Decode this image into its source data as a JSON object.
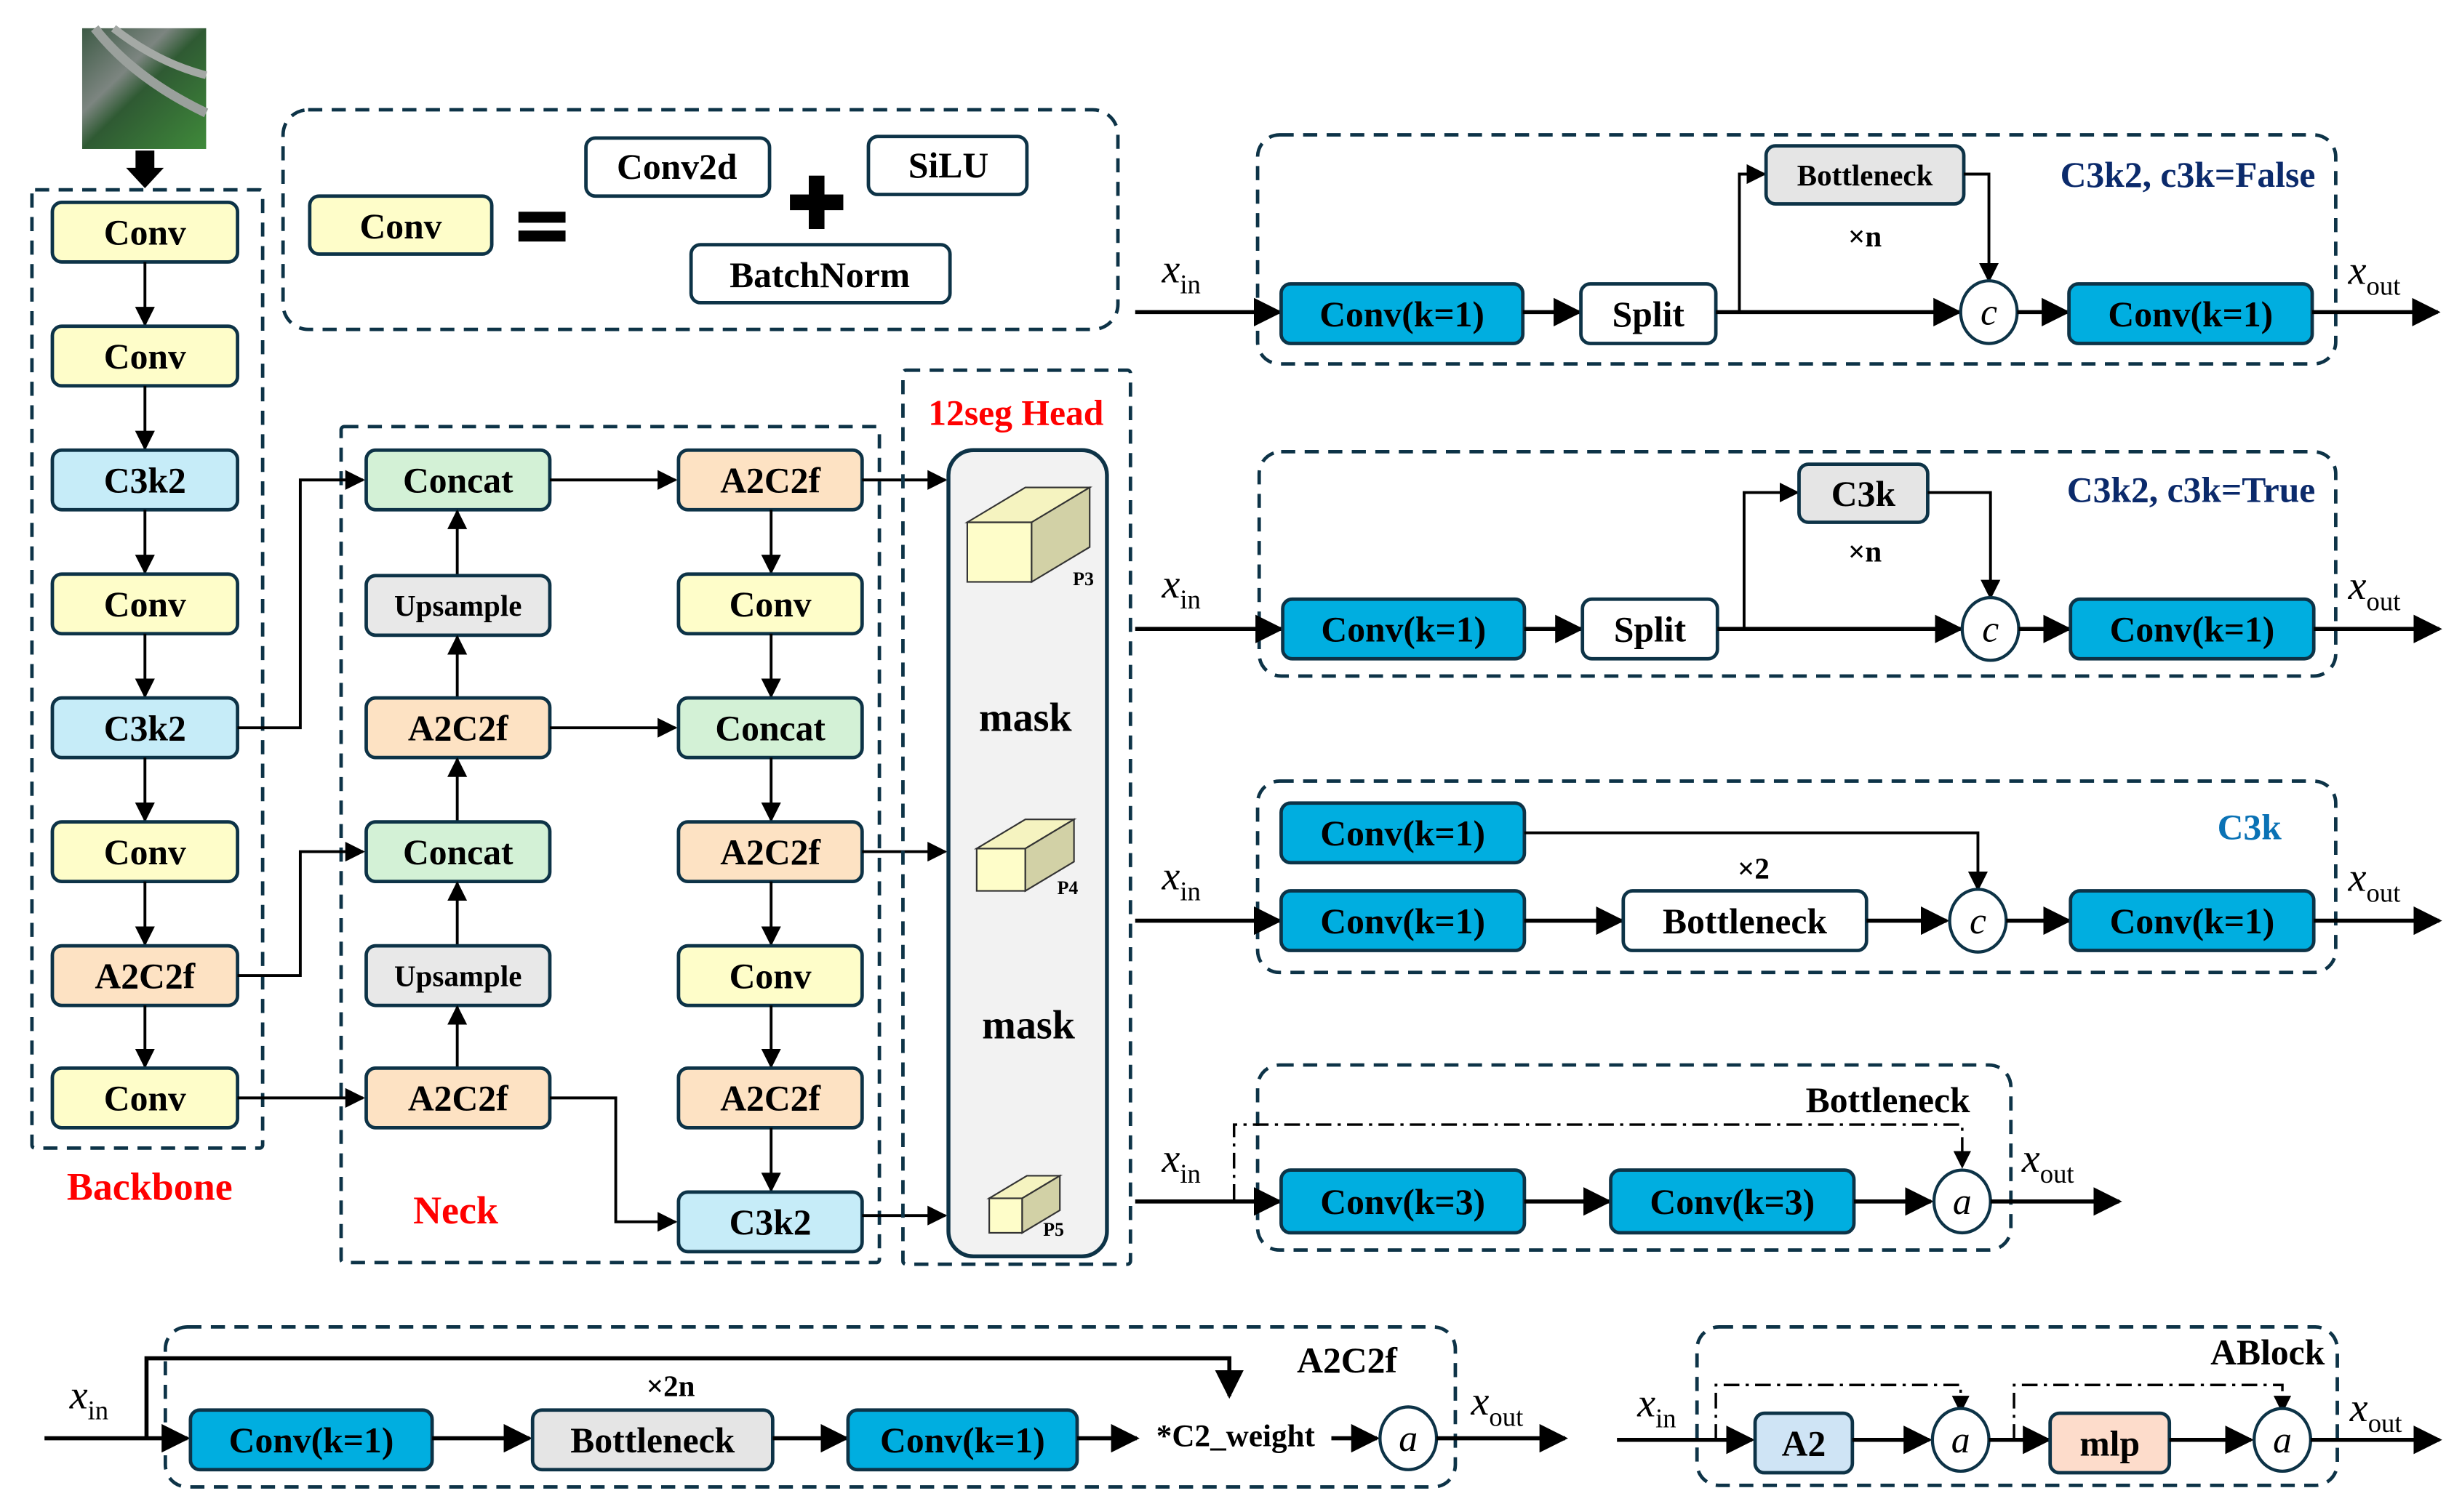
{
  "colors": {
    "conv": "#fefdc9",
    "c3k2": "#c6ecf8",
    "a2c2f": "#fde2c3",
    "concat": "#d3f1d6",
    "upsample": "#e8e8e8",
    "blue_conv": "#00aee0",
    "gray": "#e5e5e5",
    "white": "#ffffff",
    "a2": "#cfe4f5",
    "mlp": "#fddccb",
    "head_bg": "#f2f2f2",
    "section_title": "#ff0000"
  },
  "input_image": {
    "label": "aerial-input-image"
  },
  "sections": {
    "backbone": "Backbone",
    "neck": "Neck",
    "head": "12seg Head"
  },
  "conv_def": {
    "conv": "Conv",
    "conv2d": "Conv2d",
    "silu": "SiLU",
    "batchnorm": "BatchNorm"
  },
  "backbone": [
    "Conv",
    "Conv",
    "C3k2",
    "Conv",
    "C3k2",
    "Conv",
    "A2C2f",
    "Conv"
  ],
  "neck": {
    "left": [
      "Concat",
      "Upsample",
      "A2C2f",
      "Concat",
      "Upsample",
      "A2C2f"
    ],
    "right": [
      "A2C2f",
      "Conv",
      "Concat",
      "A2C2f",
      "Conv",
      "A2C2f",
      "C3k2"
    ]
  },
  "head": {
    "mask1": "mask",
    "mask2": "mask",
    "p3": "P3",
    "p4": "P4",
    "p5": "P5"
  },
  "io": {
    "xin": "x",
    "xin_sub": "in",
    "xout": "x",
    "xout_sub": "out"
  },
  "c3k2_false": {
    "title": "C3k2, c3k=False",
    "conv_in": "Conv(k=1)",
    "split": "Split",
    "inner": "Bottleneck",
    "repeat": "×n",
    "concat": "c",
    "conv_out": "Conv(k=1)"
  },
  "c3k2_true": {
    "title": "C3k2, c3k=True",
    "conv_in": "Conv(k=1)",
    "split": "Split",
    "inner": "C3k",
    "repeat": "×n",
    "concat": "c",
    "conv_out": "Conv(k=1)"
  },
  "c3k": {
    "title": "C3k",
    "conv_top": "Conv(k=1)",
    "conv_in": "Conv(k=1)",
    "inner": "Bottleneck",
    "repeat": "×2",
    "concat": "c",
    "conv_out": "Conv(k=1)"
  },
  "bottleneck": {
    "title": "Bottleneck",
    "conv1": "Conv(k=3)",
    "conv2": "Conv(k=3)",
    "add": "a"
  },
  "a2c2f": {
    "title": "A2C2f",
    "conv1": "Conv(k=1)",
    "inner": "Bottleneck",
    "repeat": "×2n",
    "conv2": "Conv(k=1)",
    "weight": "*C2_weight",
    "add": "a"
  },
  "ablock": {
    "title": "ABlock",
    "a2": "A2",
    "add1": "a",
    "mlp": "mlp",
    "add2": "a"
  }
}
